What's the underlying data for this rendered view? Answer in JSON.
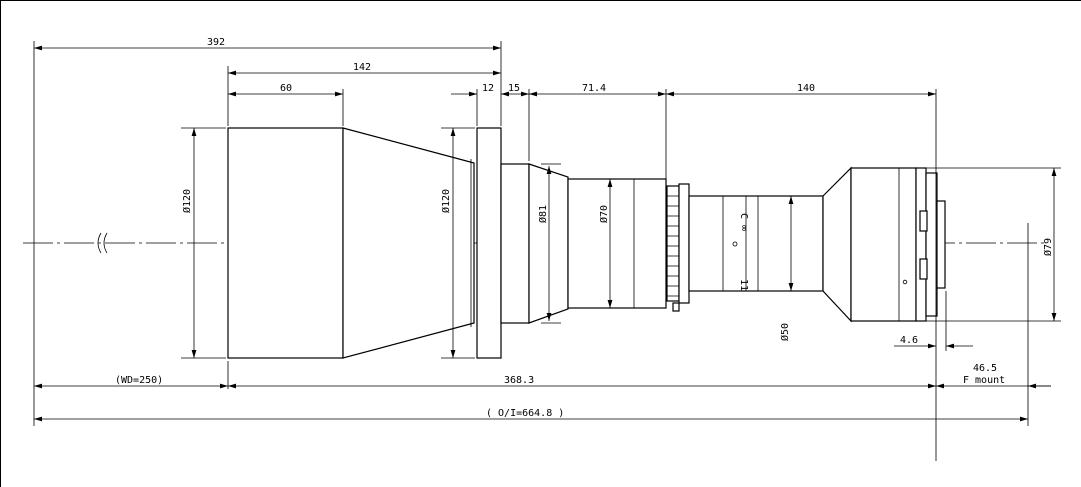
{
  "dimensions": {
    "total_front": "392",
    "front_to_flange": "142",
    "front_tube": "60",
    "flange": "12",
    "step": "15",
    "mid_section": "71.4",
    "rear_section": "140",
    "dia_front": "Ø120",
    "dia_flange": "Ø120",
    "dia_81": "Ø81",
    "dia_70": "Ø70",
    "dia_50": "Ø50",
    "dia_79": "Ø79",
    "mount_offset": "4.6",
    "working_distance": "(WD=250)",
    "lens_length": "368.3",
    "flange_back": "46.5",
    "mount_type": "F mount",
    "object_to_image": "( O/I=664.8 )"
  },
  "ring_markings": {
    "top": "C ∞",
    "bottom": "11"
  }
}
